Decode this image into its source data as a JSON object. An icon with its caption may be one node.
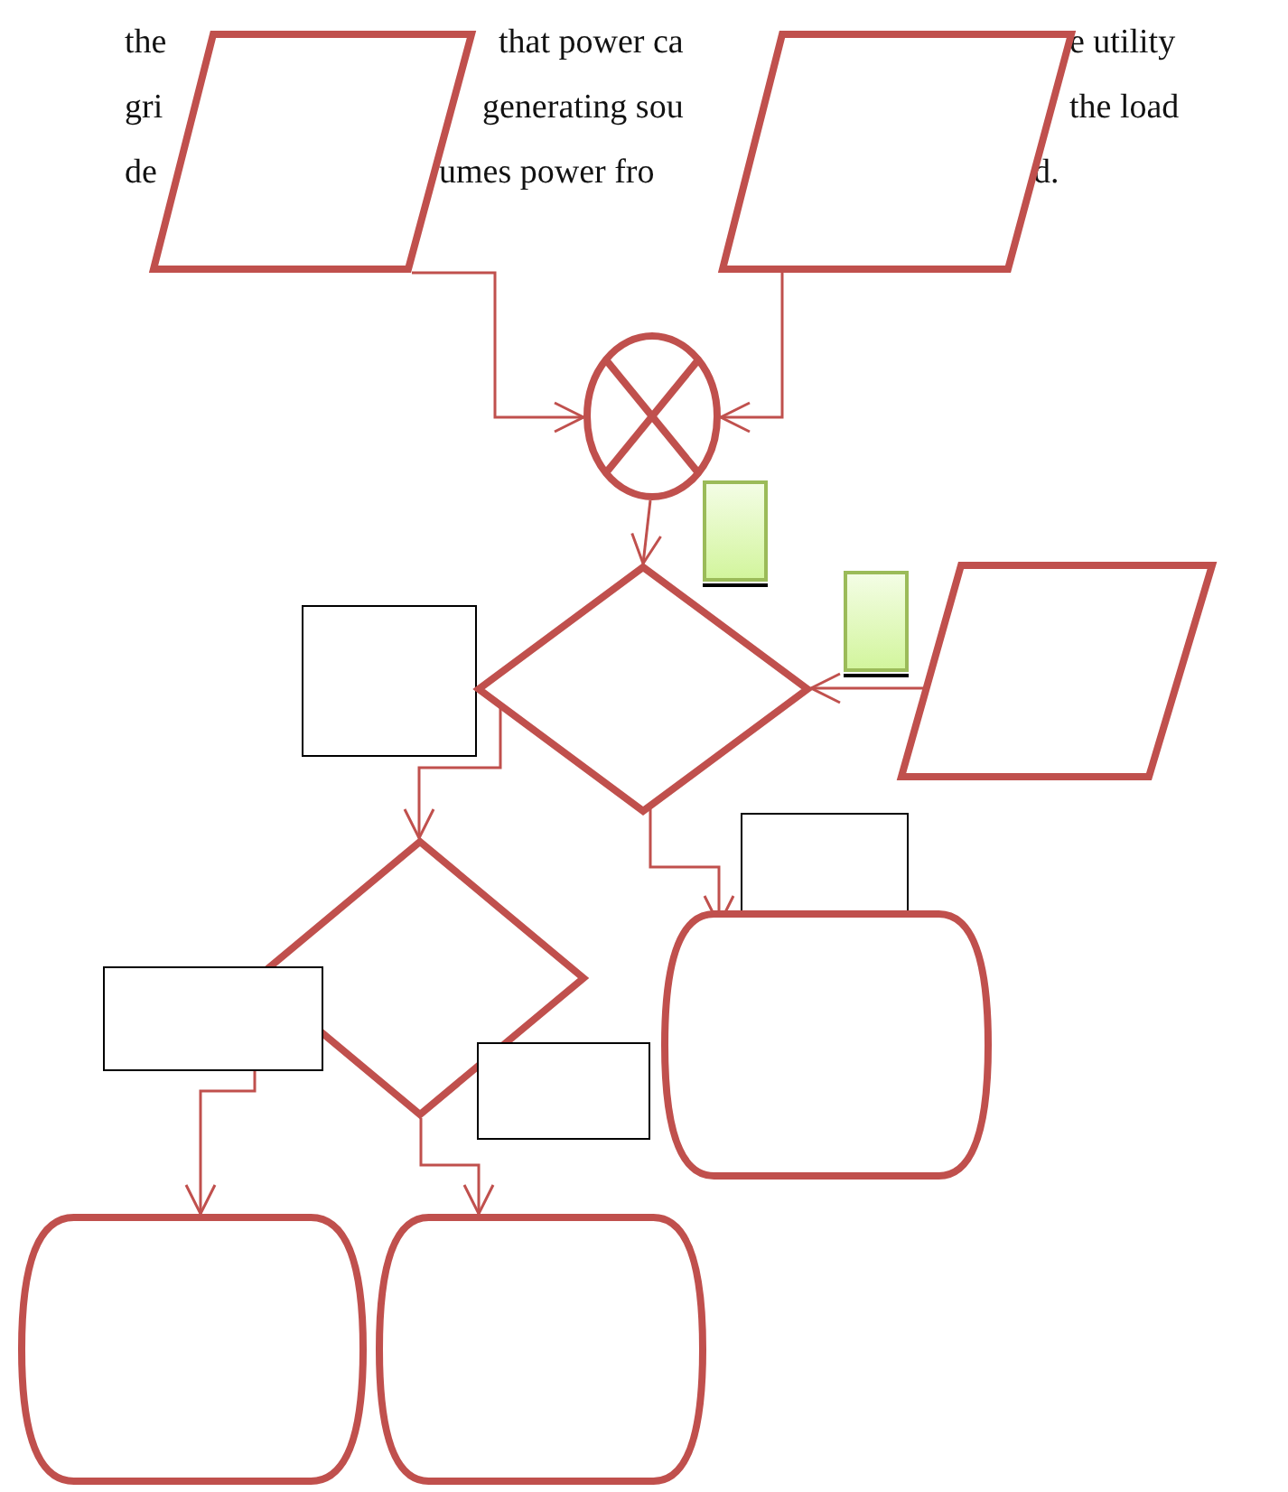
{
  "diagram": {
    "nodes": [
      {
        "text": [],
        "shape": "parallelogram"
      },
      {
        "text": [],
        "shape": "parallelogram"
      },
      {
        "text": [],
        "shape": "circle"
      },
      {
        "text": [],
        "shape": "bar"
      },
      {
        "text": [],
        "shape": "box"
      },
      {
        "text": [],
        "shape": "diamond"
      },
      {
        "text": [],
        "shape": "bar"
      },
      {
        "text": [],
        "shape": "parallelogram"
      },
      {
        "text": [],
        "shape": "box"
      },
      {
        "text": [],
        "shape": "diamond"
      },
      {
        "text": [],
        "shape": "box"
      },
      {
        "text": [],
        "shape": "box"
      },
      {
        "text": [],
        "shape": "terminal"
      },
      {
        "text": [],
        "shape": "terminal"
      },
      {
        "text": [],
        "shape": "terminal"
      }
    ],
    "edges": [
      {
        "from": 0,
        "to": 2,
        "arrow": "to"
      },
      {
        "from": 1,
        "to": 2,
        "arrow": "to"
      },
      {
        "from": 2,
        "to": 5,
        "arrow": "to"
      },
      {
        "from": 7,
        "to": 5,
        "arrow": "to"
      },
      {
        "from": 5,
        "to": 9,
        "arrow": "to"
      },
      {
        "from": 5,
        "to": 12,
        "arrow": "to"
      },
      {
        "from": 10,
        "to": 13,
        "arrow": "to"
      },
      {
        "from": 9,
        "to": 14,
        "arrow": "to"
      }
    ],
    "labels": [
      "the",
      "that power ca",
      "e utility",
      "gri",
      "generating sou",
      "the load",
      "de",
      "umes power fro",
      "d."
    ]
  }
}
